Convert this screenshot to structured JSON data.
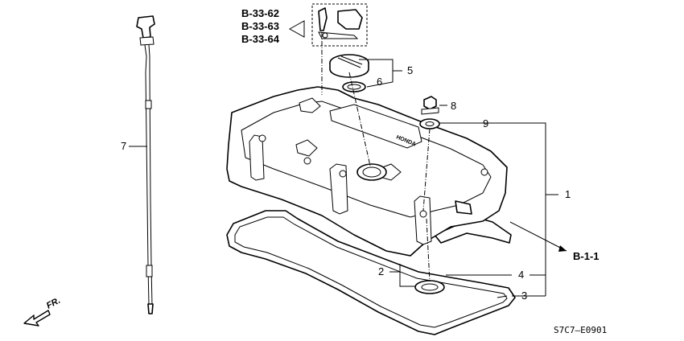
{
  "references": {
    "b33_62": "B-33-62",
    "b33_63": "B-33-63",
    "b33_64": "B-33-64",
    "b1_1": "B-1-1"
  },
  "callouts": {
    "c1": "1",
    "c2": "2",
    "c3": "3",
    "c4": "4",
    "c5": "5",
    "c6": "6",
    "c7": "7",
    "c8": "8",
    "c9": "9"
  },
  "brand_text": "HONDA",
  "direction_label": "FR.",
  "diagram_code": "S7C7—E0901"
}
